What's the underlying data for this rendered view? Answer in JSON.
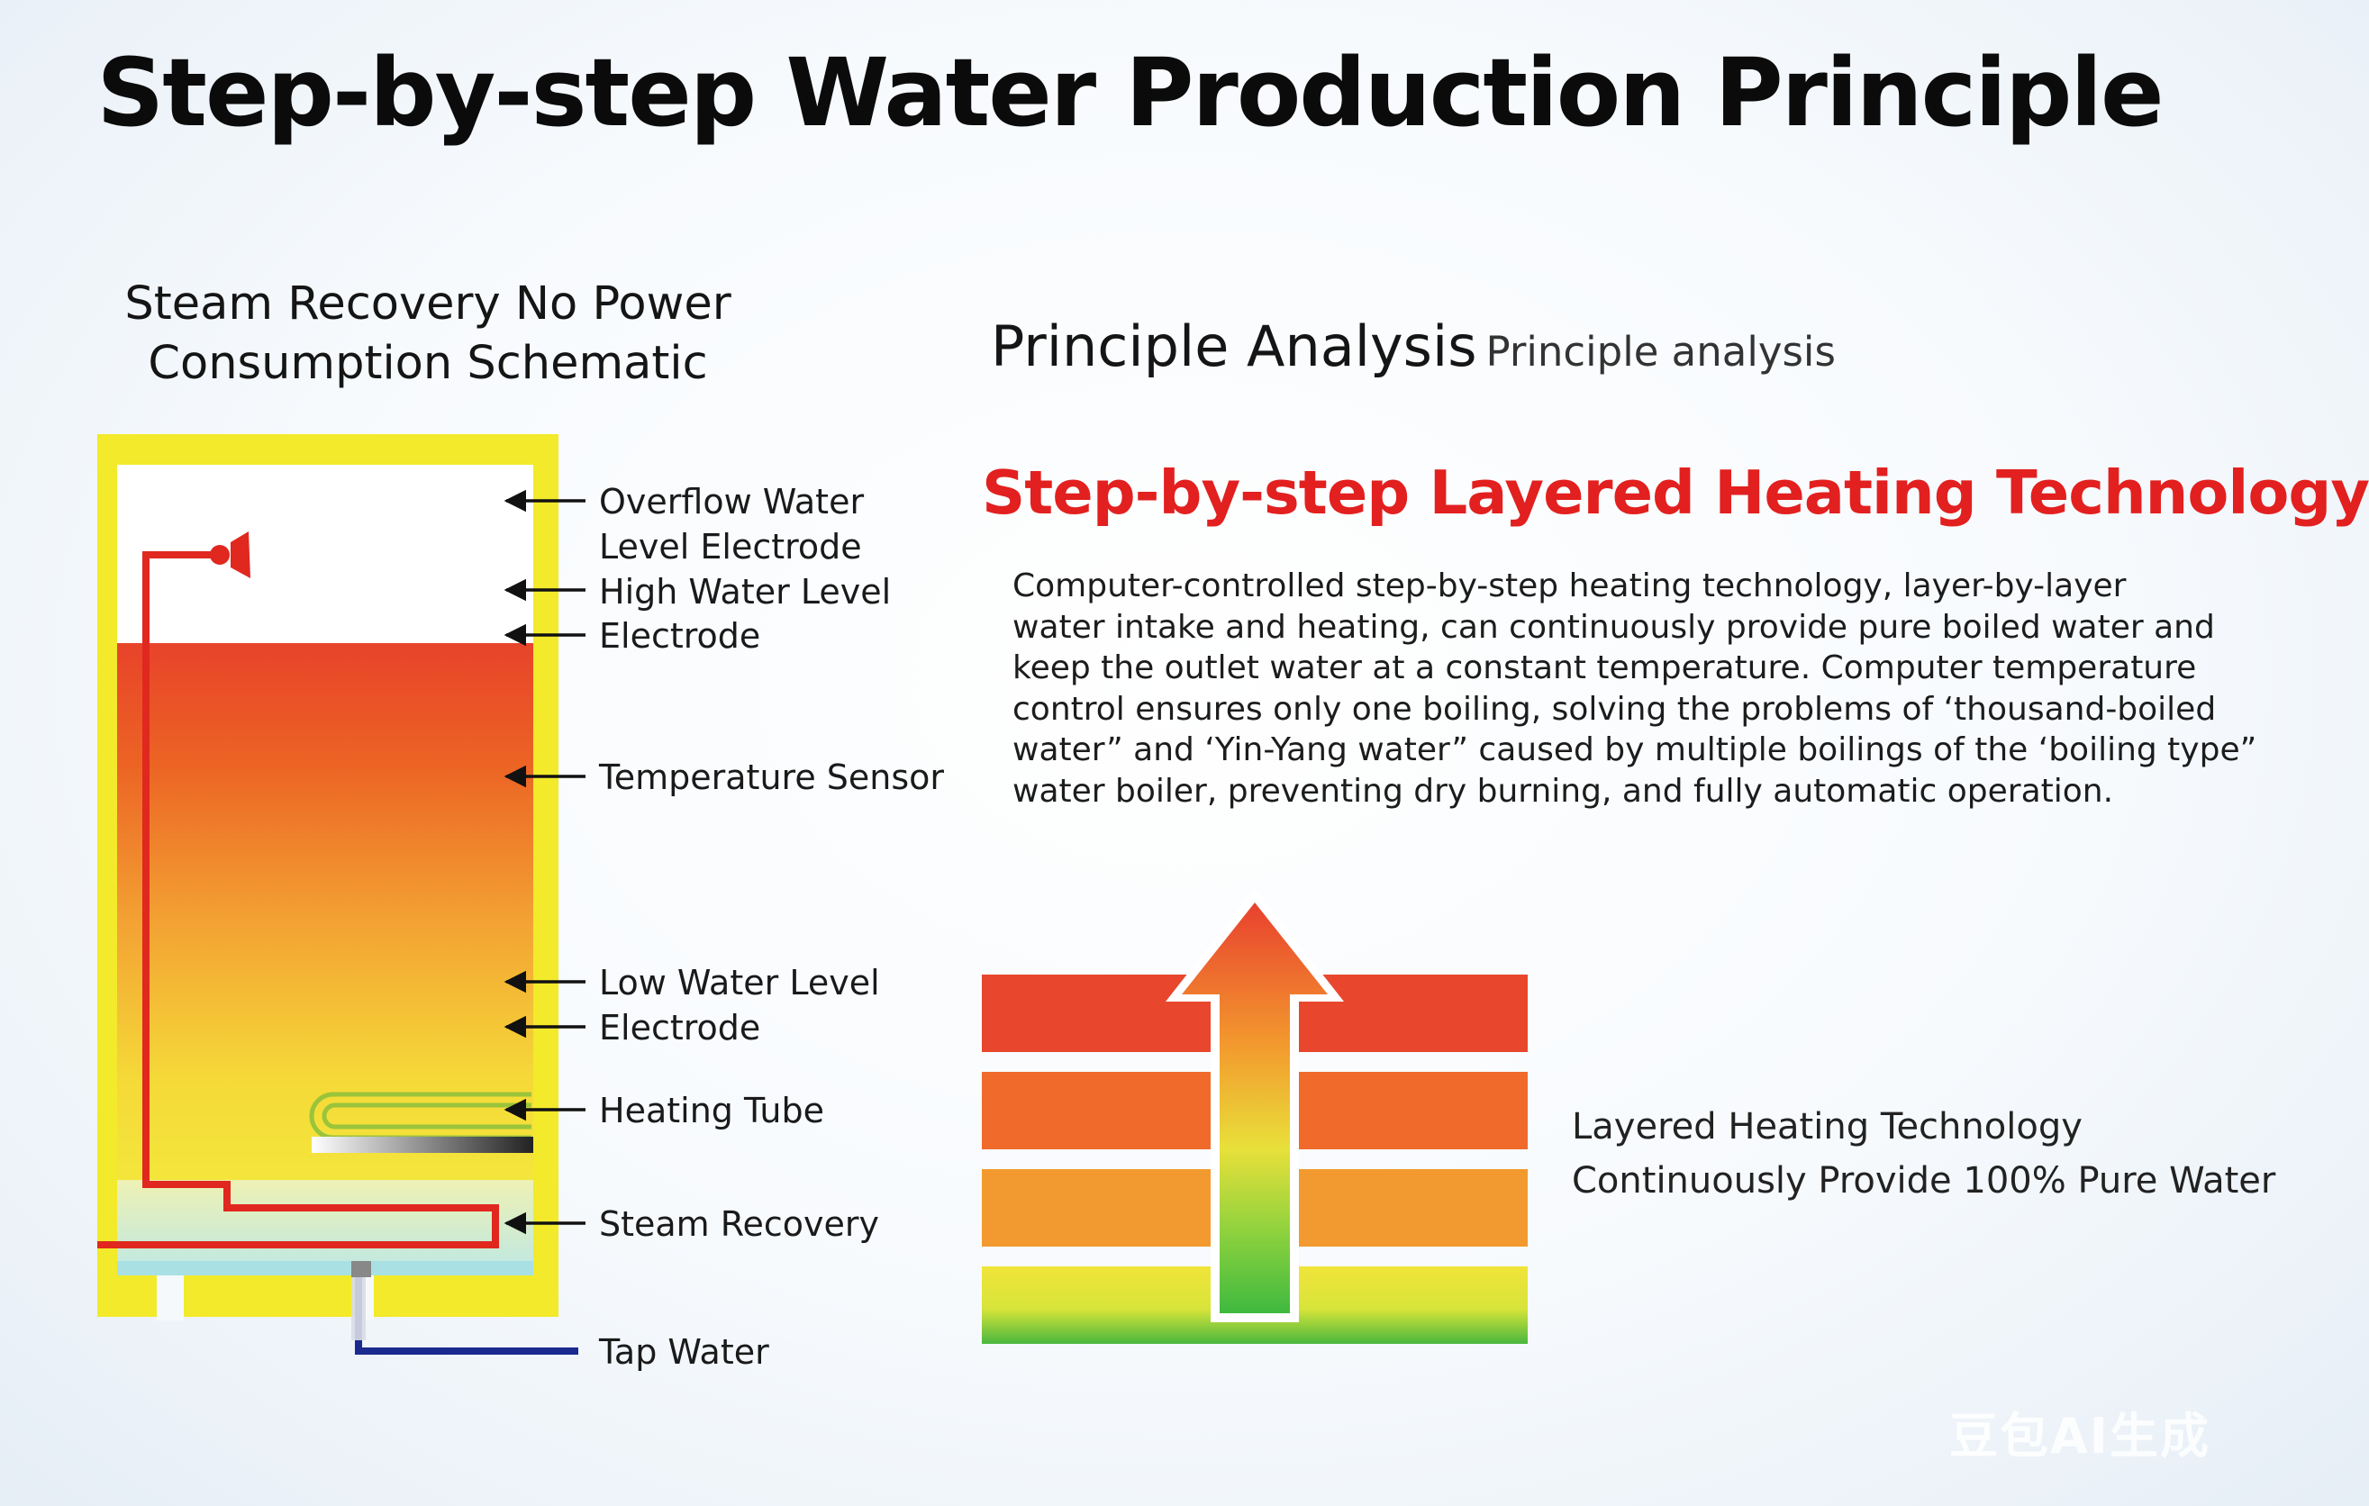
{
  "title": "Step-by-step Water Production Principle",
  "schematic": {
    "title_line1": "Steam Recovery No Power",
    "title_line2": "Consumption Schematic",
    "labels": [
      "Overflow Water",
      "Level Electrode",
      "High Water Level",
      "Electrode",
      "Temperature Sensor",
      "Low Water Level",
      "Electrode",
      "Heating Tube",
      "Steam Recovery",
      "Tap Water"
    ]
  },
  "principle": {
    "heading": "Principle Analysis",
    "heading_sub": "Principle analysis",
    "subtitle": "Step-by-step Layered Heating Technology",
    "description_lines": [
      "Computer-controlled step-by-step heating technology, layer-by-layer",
      "water intake and heating, can continuously provide pure boiled water and",
      "keep the outlet water at a constant temperature. Computer temperature",
      "control ensures only one boiling, solving the problems of ‘thousand-boiled",
      "water” and ‘Yin-Yang water” caused by multiple boilings of the ‘boiling type”",
      "water boiler, preventing dry burning, and fully automatic operation."
    ]
  },
  "layered": {
    "caption_line1": "Layered Heating Technology",
    "caption_line2": "Continuously Provide 100% Pure Water"
  },
  "watermark": "豆包AI生成",
  "colors": {
    "tank_frame": "#f2ea2a",
    "hot_red": "#e8432a",
    "warm_orange": "#f2a03a",
    "warm_yellow": "#f4e13a",
    "pipe_red": "#e0281f",
    "tap_blue": "#1a2a8f",
    "accent_red": "#e2201f",
    "arrow_green": "#3fb93f"
  }
}
